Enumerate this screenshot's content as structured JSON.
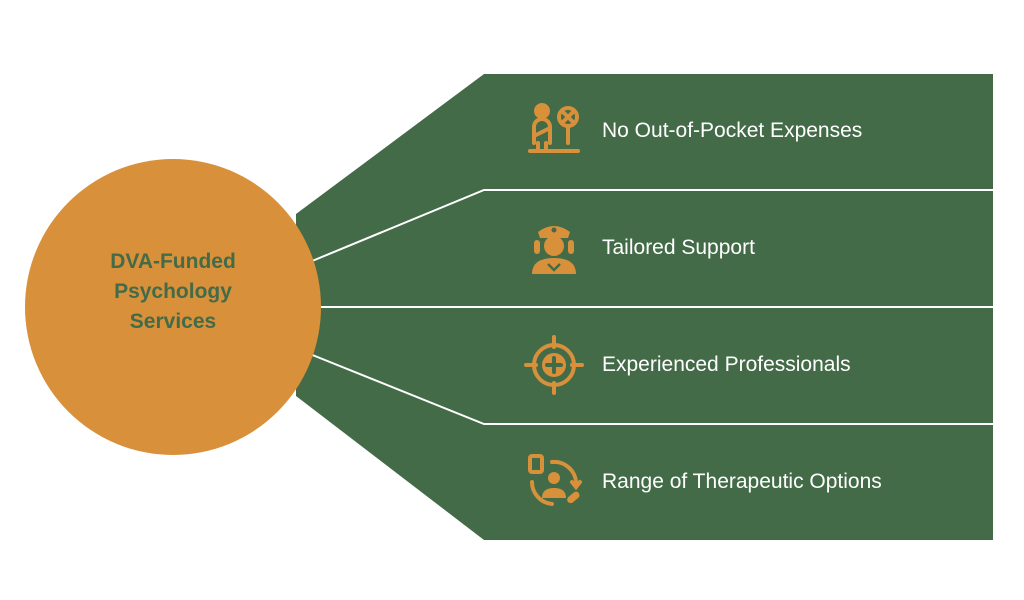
{
  "colors": {
    "background": "#ffffff",
    "panel_green": "#436b48",
    "accent_orange": "#d8903a",
    "divider": "#ffffff"
  },
  "center": {
    "title": "DVA-Funded\nPsychology\nServices"
  },
  "items": [
    {
      "label": "No Out-of-Pocket Expenses",
      "icon": "person-seated-with-sign-icon"
    },
    {
      "label": "Tailored Support",
      "icon": "support-worker-icon"
    },
    {
      "label": "Experienced Professionals",
      "icon": "medical-target-icon"
    },
    {
      "label": "Range of Therapeutic Options",
      "icon": "patient-cycle-icon"
    }
  ]
}
